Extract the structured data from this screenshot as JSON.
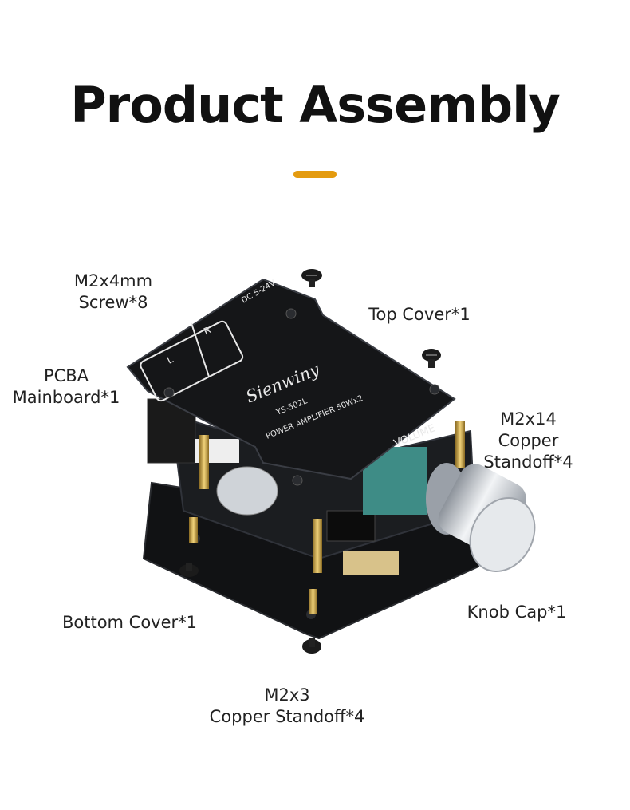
{
  "title": "Product Assembly",
  "colors": {
    "accent": "#E49B0F",
    "board_black": "#151618",
    "board_edge": "#2a2c30",
    "brass": "#C9A24A",
    "teal": "#3E8C86",
    "silver": "#C8CCD2"
  },
  "board": {
    "brand": "Sienwiny",
    "model": "YS-502L",
    "caption": "POWER AMPLIFIER 50Wx2",
    "volume": "VOLUME",
    "dc": "DC 5-24V",
    "left_channel": "L",
    "right_channel": "R"
  },
  "parts": {
    "screw": [
      "M2x4mm",
      "Screw*8"
    ],
    "top_cover": [
      "Top Cover*1"
    ],
    "pcba": [
      "PCBA",
      "Mainboard*1"
    ],
    "long_standoff": [
      "M2x14",
      "Copper",
      "Standoff*4"
    ],
    "bottom_cover": [
      "Bottom Cover*1"
    ],
    "knob": [
      "Knob Cap*1"
    ],
    "short_standoff": [
      "M2x3",
      "Copper Standoff*4"
    ]
  }
}
